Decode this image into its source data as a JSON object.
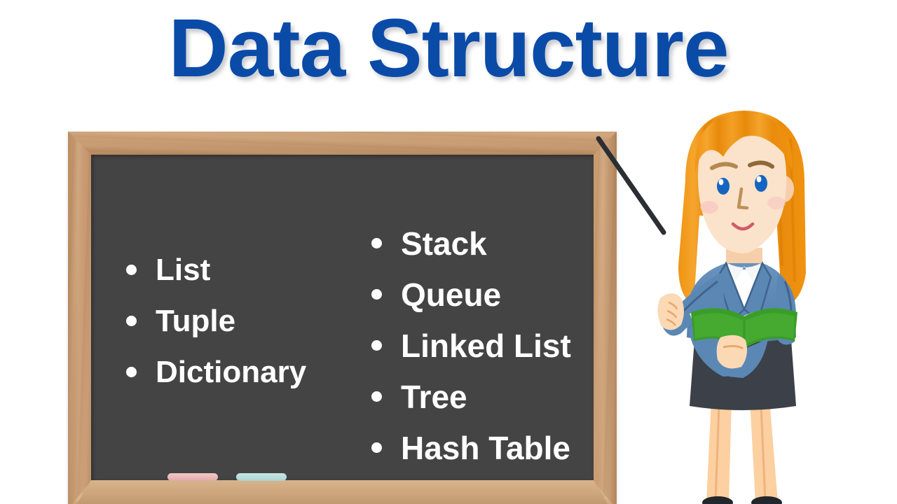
{
  "page": {
    "title": "Data Structure",
    "background_color": "#ffffff"
  },
  "title": {
    "text": "Data Structure",
    "color": "#0b4ba8",
    "shadow_color": "#787d87"
  },
  "blackboard": {
    "surface_color": "#444444",
    "frame_color": "#c79a70",
    "text_color": "#ffffff",
    "left_column": [
      {
        "label": "List"
      },
      {
        "label": "Tuple"
      },
      {
        "label": "Dictionary"
      }
    ],
    "right_column": [
      {
        "label": "Stack"
      },
      {
        "label": "Queue"
      },
      {
        "label": "Linked List"
      },
      {
        "label": "Tree"
      },
      {
        "label": "Hash Table"
      }
    ],
    "chalk": [
      {
        "name": "pink-chalk",
        "color": "#eab7b6"
      },
      {
        "name": "blue-chalk",
        "color": "#b7dedb"
      }
    ]
  },
  "illustration": {
    "name": "teacher-with-pointer",
    "hair_color": "#f09310",
    "skin_color": "#fbdfc4",
    "jacket_color": "#5b87b5",
    "skirt_color": "#3c4048",
    "book_color": "#3a9d29",
    "eye_color": "#1565c0",
    "pointer_color": "#2b2e33",
    "shirt_color": "#ffffff"
  }
}
